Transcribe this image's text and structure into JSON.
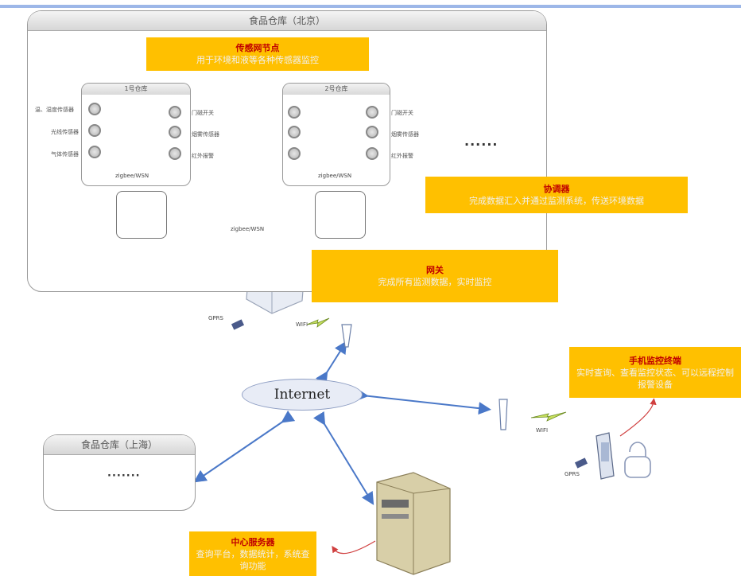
{
  "warehouse_beijing": {
    "title": "食品仓库（北京）"
  },
  "warehouse_shanghai": {
    "title": "食品仓库（上海）",
    "ellipsis": "·······"
  },
  "notes": {
    "sensor_network": {
      "title": "传感网节点",
      "body": "用于环境和液等各种传感器监控"
    },
    "coordinator": {
      "title": "协调器",
      "body": "完成数据汇入并通过监测系统，传送环境数据"
    },
    "gateway": {
      "title": "网关",
      "body": "完成所有监测数据，实时监控"
    },
    "mobile": {
      "title": "手机监控终端",
      "body": "实时查询、查看监控状态、可以远程控制报警设备"
    },
    "server": {
      "title": "中心服务器",
      "body": "查询平台，数据统计，系统查询功能"
    }
  },
  "node_boxes": [
    {
      "title": "1号仓库",
      "center_label": "zigbee/WSN"
    },
    {
      "title": "2号仓库",
      "center_label": "zigbee/WSN"
    }
  ],
  "left_sensor_labels": [
    "温、湿度传感器",
    "光线传感器",
    "气体传感器"
  ],
  "right_sensor_labels": [
    "门磁开关",
    "烟雾传感器",
    "红外报警"
  ],
  "right_box_labels": [
    "门磁开关",
    "烟雾传感器",
    "红外报警"
  ],
  "ellipsis_beijing": "······",
  "zigbee_mid_label": "zigbee/WSN",
  "gprs_label": "GPRS",
  "wifi_label": "WIFI",
  "internet_label": "Internet",
  "icons": [
    "router-icon",
    "antenna-icon",
    "server-icon",
    "phone-icon",
    "lock-icon",
    "signal-bolt-icon",
    "gateway-icon"
  ],
  "colors": {
    "note_bg": "#ffc000",
    "arrow": "#4a78c8",
    "red_line": "#d04040"
  }
}
